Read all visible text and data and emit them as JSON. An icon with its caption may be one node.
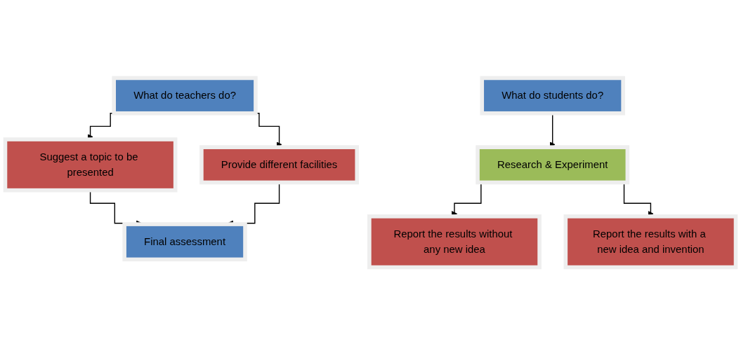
{
  "diagram": {
    "nodes": [
      {
        "text": [
          "What do teachers do?"
        ]
      },
      {
        "text": [
          "Suggest a topic to be presented"
        ]
      },
      {
        "text": [
          "Provide different facilities"
        ]
      },
      {
        "text": [
          "Final assessment"
        ]
      },
      {
        "text": [
          "What do students do?"
        ]
      },
      {
        "text": [
          "Research & Experiment"
        ]
      },
      {
        "text": [
          "Report the results without any new idea"
        ]
      },
      {
        "text": [
          "Report the results with a new idea and invention"
        ]
      }
    ],
    "edges": [
      {
        "from": 0,
        "to": 1,
        "arrow": "to"
      },
      {
        "from": 0,
        "to": 2,
        "arrow": "to"
      },
      {
        "from": 1,
        "to": 3,
        "arrow": "to"
      },
      {
        "from": 2,
        "to": 3,
        "arrow": "to"
      },
      {
        "from": 4,
        "to": 5,
        "arrow": "to"
      },
      {
        "from": 5,
        "to": 6,
        "arrow": "to"
      },
      {
        "from": 5,
        "to": 7,
        "arrow": "to"
      }
    ]
  }
}
